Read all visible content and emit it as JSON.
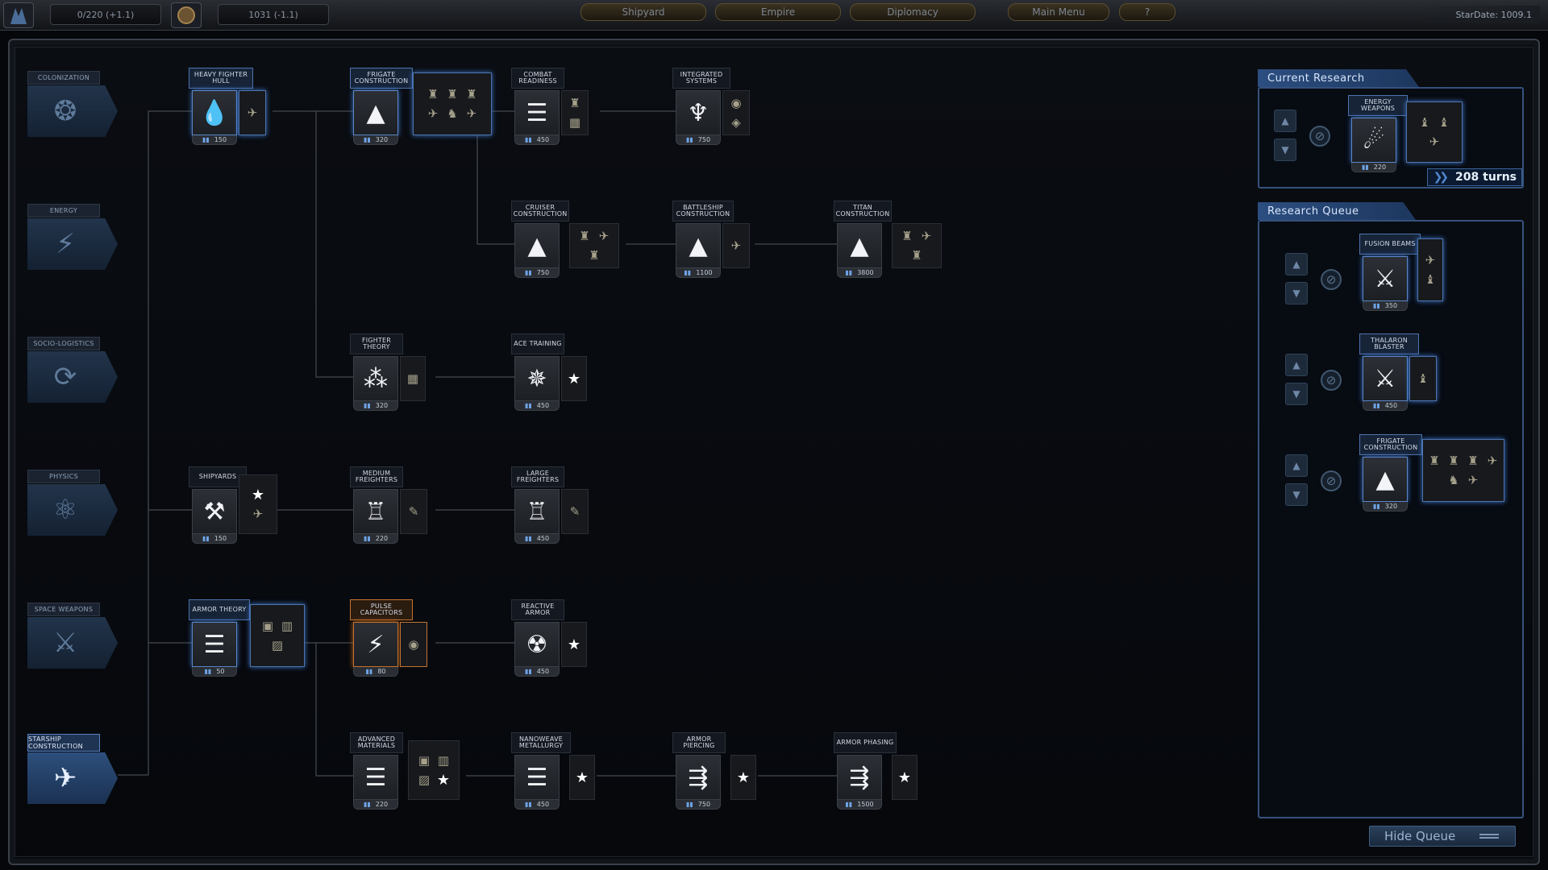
{
  "topbar": {
    "population": "0/220 (+1.1)",
    "credits": "1031 (-1.1)",
    "tabs": [
      "Shipyard",
      "Empire",
      "Diplomacy"
    ],
    "main_menu": "Main Menu",
    "help": "?",
    "stardate": "StarDate: 1009.1"
  },
  "categories": [
    {
      "label": "Colonization",
      "icon": "colonization-icon"
    },
    {
      "label": "Energy",
      "icon": "lightning-icon"
    },
    {
      "label": "Socio-Logistics",
      "icon": "cycle-icon"
    },
    {
      "label": "Physics",
      "icon": "atom-icon"
    },
    {
      "label": "Space Weapons",
      "icon": "weapons-icon"
    },
    {
      "label": "Starship Construction",
      "icon": "starship-icon",
      "active": true
    }
  ],
  "techs": {
    "heavy_fighter_hull": {
      "label": "Heavy Fighter Hull",
      "cost": "150"
    },
    "frigate_construction": {
      "label": "Frigate Construction",
      "cost": "320"
    },
    "combat_readiness": {
      "label": "Combat Readiness",
      "cost": "450"
    },
    "integrated_systems": {
      "label": "Integrated Systems",
      "cost": "750"
    },
    "cruiser_construction": {
      "label": "Cruiser Construction",
      "cost": "750"
    },
    "battleship_construction": {
      "label": "Battleship Construction",
      "cost": "1100"
    },
    "titan_construction": {
      "label": "Titan Construction",
      "cost": "3800"
    },
    "fighter_theory": {
      "label": "Fighter Theory",
      "cost": "320"
    },
    "ace_training": {
      "label": "Ace Training",
      "cost": "450"
    },
    "shipyards": {
      "label": "Shipyards",
      "cost": "150"
    },
    "medium_freighters": {
      "label": "Medium Freighters",
      "cost": "220"
    },
    "large_freighters": {
      "label": "Large Freighters",
      "cost": "450"
    },
    "armor_theory": {
      "label": "Armor Theory",
      "cost": "50"
    },
    "pulse_capacitors": {
      "label": "Pulse Capacitors",
      "cost": "80"
    },
    "reactive_armor": {
      "label": "Reactive Armor",
      "cost": "450"
    },
    "advanced_materials": {
      "label": "Advanced Materials",
      "cost": "220"
    },
    "nanoweave_metallurgy": {
      "label": "Nanoweave Metallurgy",
      "cost": "450"
    },
    "armor_piercing": {
      "label": "Armor Piercing",
      "cost": "750"
    },
    "armor_phasing": {
      "label": "Armor Phasing",
      "cost": "1500"
    }
  },
  "current_research": {
    "title": "Current Research",
    "tech": {
      "label": "Energy Weapons",
      "cost": "220"
    },
    "turns": "208 turns"
  },
  "research_queue": {
    "title": "Research Queue",
    "items": [
      {
        "label": "Fusion Beams",
        "cost": "350"
      },
      {
        "label": "Thalaron Blaster",
        "cost": "450"
      },
      {
        "label": "Frigate Construction",
        "cost": "320"
      }
    ]
  },
  "hide_queue": "Hide Queue",
  "colors": {
    "accent": "#3f78cf",
    "queued": "#c5732e",
    "panel": "#35527e"
  }
}
